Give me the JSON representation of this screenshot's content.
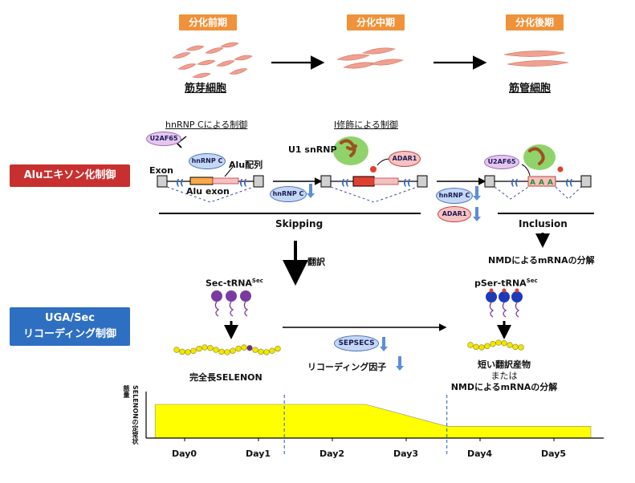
{
  "stages": {
    "early": "分化前期",
    "mid": "分化中期",
    "late": "分化後期",
    "myoblast": "筋芽細胞",
    "myotube": "筋管細胞"
  },
  "alu": {
    "label": "Aluエキソン化制御",
    "color": "#c8302f",
    "hnrnpc_title": "hnRNP Cによる制御",
    "i_title": "I修飾による制御",
    "u2af65": "U2AF65",
    "hnrnpc": "hnRNP C",
    "alu_seq": "Alu配列",
    "exon": "Exon",
    "alu_exon": "Alu exon",
    "u1_snrnp": "U1 snRNP",
    "adar1": "ADAR1",
    "skipping": "Skipping",
    "inclusion": "Inclusion",
    "nmd_decay": "NMDによるmRNAの分解",
    "translation": "翻訳"
  },
  "uga": {
    "label_line1": "UGA/Sec",
    "label_line2": "リコーディング制御",
    "color": "#2e6fc2",
    "sec_trna": "Sec-tRNA",
    "sec_sup": "Sec",
    "pser_trna": "pSer-tRNA",
    "pser_sup": "Sec",
    "full_selenon": "完全長SELENON",
    "sepsecs": "SEPSECS",
    "recoding_factor": "リコーディング因子",
    "short_product": "短い翻訳産物",
    "or": "または",
    "nmd_decay": "NMDによるmRNAの分解"
  },
  "chart_data": {
    "type": "area",
    "ylabel": "SELENONの定常状態量",
    "x": [
      "Day0",
      "Day1",
      "Day2",
      "Day3",
      "Day4",
      "Day5"
    ],
    "fill": "#ffff00",
    "level_profile": [
      {
        "day": -0.4,
        "level": 1.0
      },
      {
        "day": 2.45,
        "level": 1.0
      },
      {
        "day": 3.55,
        "level": 0.35
      },
      {
        "day": 5.5,
        "level": 0.35
      }
    ],
    "stage_boundaries": [
      1.35,
      3.55
    ]
  }
}
